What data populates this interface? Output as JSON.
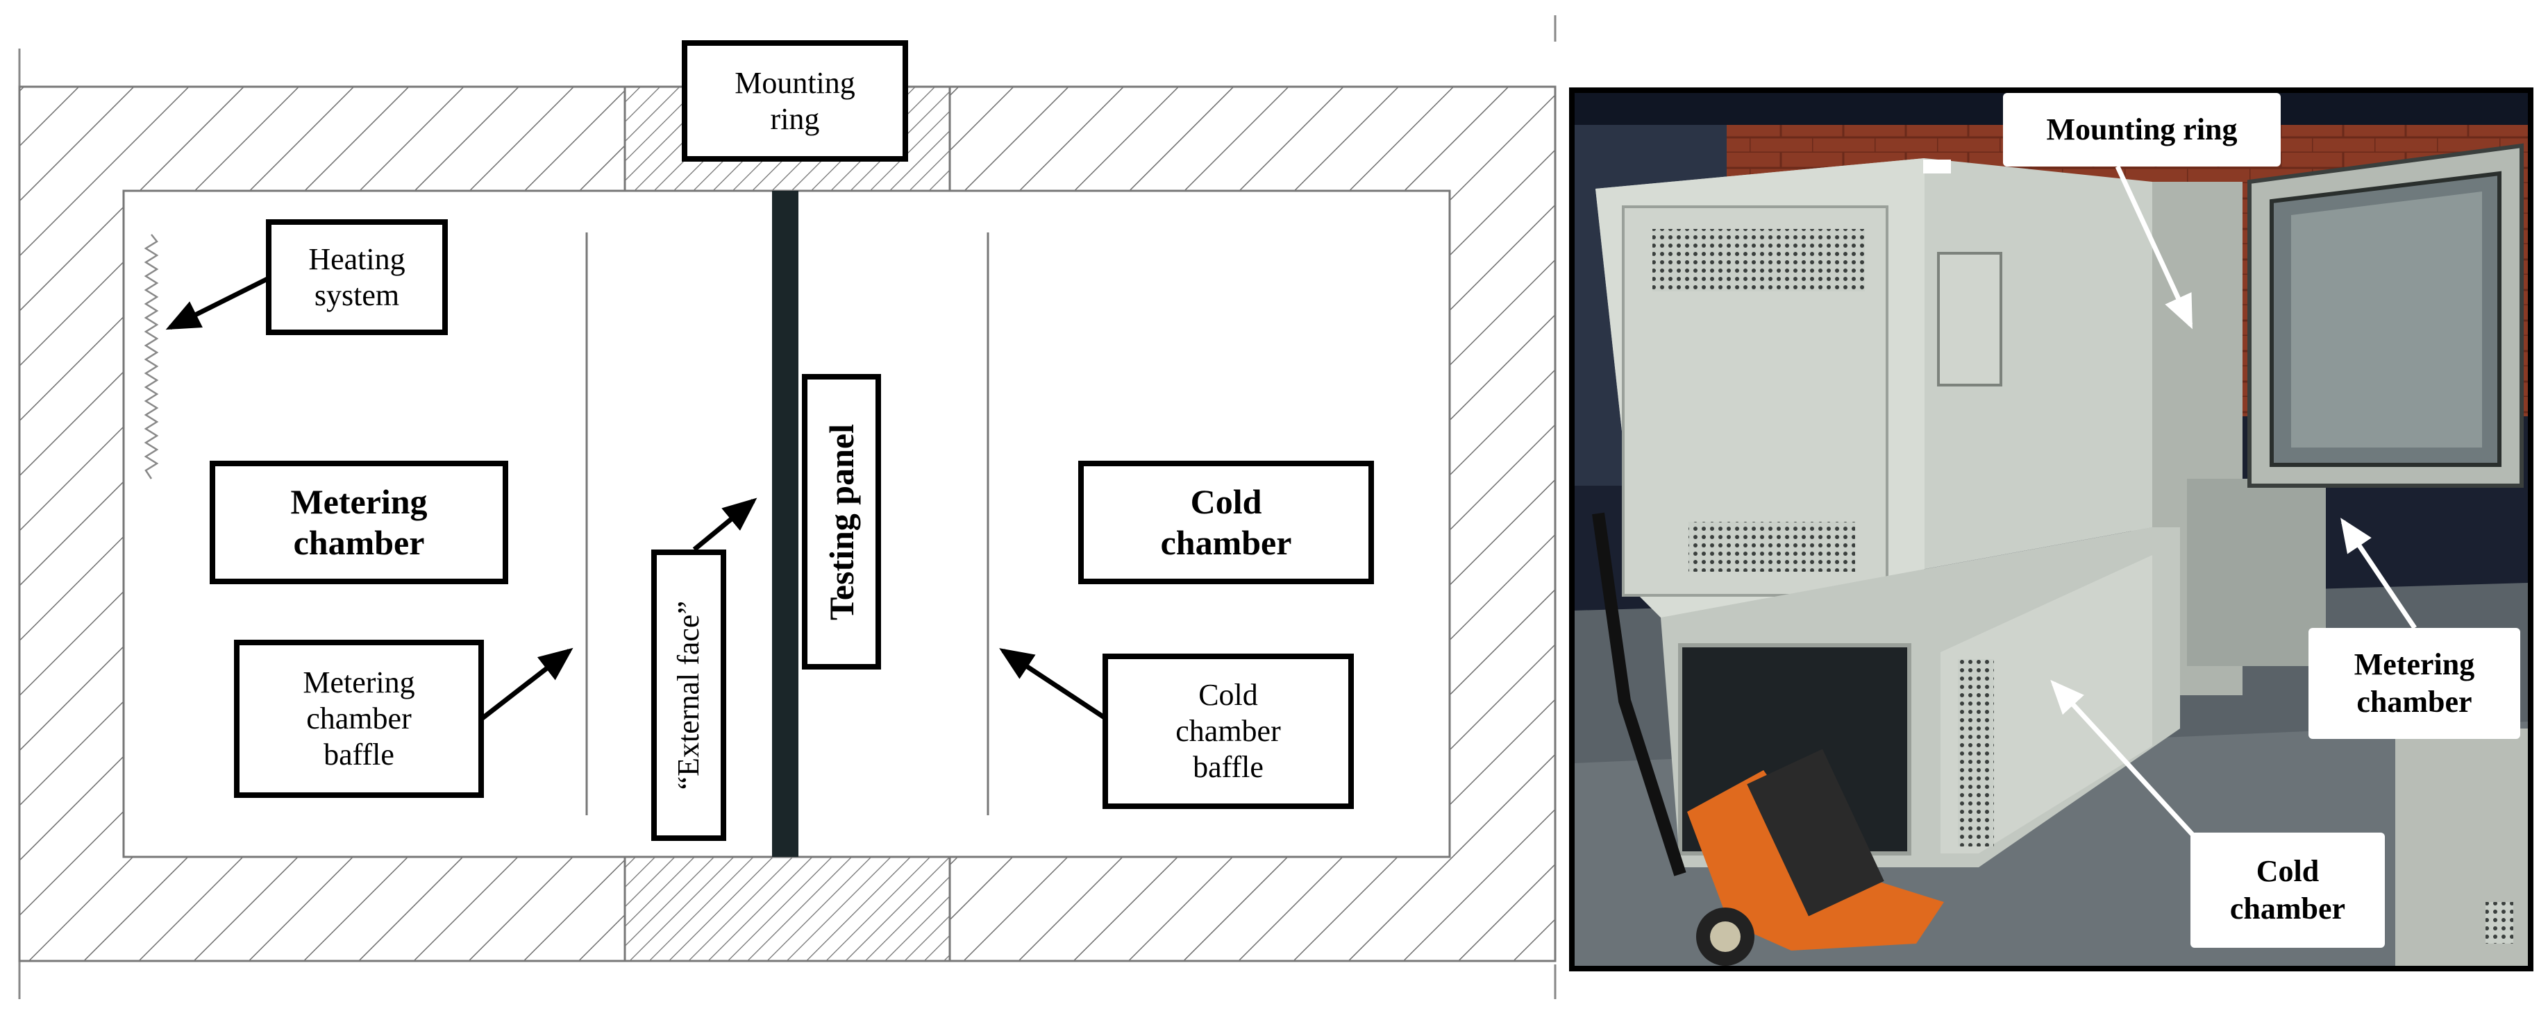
{
  "schematic": {
    "labels": {
      "mounting_ring": "Mounting\nring",
      "heating_system": "Heating\nsystem",
      "metering_chamber": "Metering\nchamber",
      "metering_chamber_baffle": "Metering\nchamber\nbaffle",
      "external_face": "“External face”",
      "testing_panel": "Testing panel",
      "cold_chamber": "Cold\nchamber",
      "cold_chamber_baffle": "Cold\nchamber\nbaffle"
    }
  },
  "photo": {
    "labels": {
      "mounting_ring": "Mounting ring",
      "metering_chamber": "Metering\nchamber",
      "cold_chamber": "Cold\nchamber"
    }
  },
  "colors": {
    "ink": "#000000",
    "hatch": "#6e6e6e",
    "testing_panel": "#1b2629",
    "photo_wall": "#8a3a25",
    "cabinet": "#c9cfc8",
    "pallet_jack": "#e06a1e"
  }
}
